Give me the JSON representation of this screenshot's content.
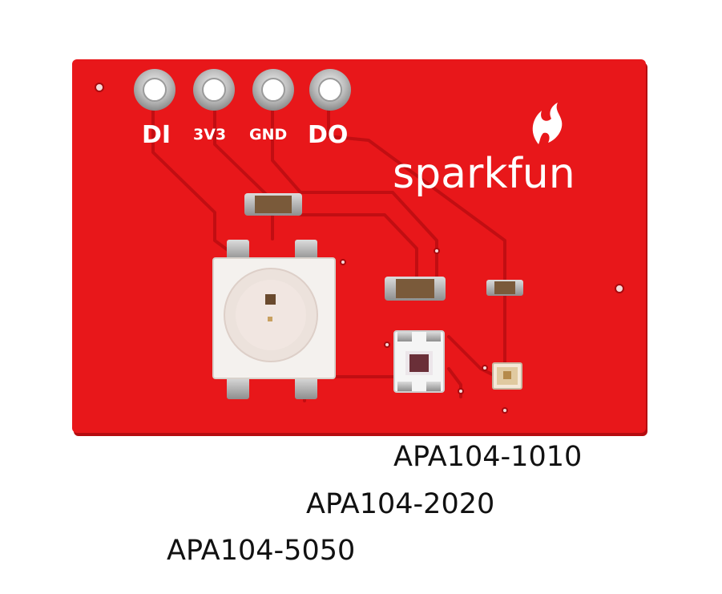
{
  "board": {
    "pin_labels": [
      "DI",
      "3V3",
      "GND",
      "DO"
    ],
    "logo_text": "sparkfun",
    "colors": {
      "pcb": "#e8171a",
      "pcb_edge": "#c80f12",
      "silkscreen": "#ffffff",
      "pad": "#b8b8b8",
      "led_body": "#f4f1ee",
      "background": "#ffffff"
    },
    "icons": [
      "flame-icon"
    ]
  },
  "captions": {
    "apa104_1010": "APA104-1010",
    "apa104_2020": "APA104-2020",
    "apa104_5050": "APA104-5050"
  }
}
